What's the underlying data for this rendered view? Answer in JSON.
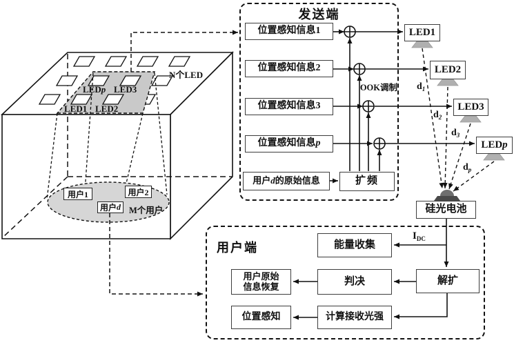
{
  "transmitter": {
    "title": "发送端",
    "rows": [
      {
        "pre": "位置感知信息1",
        "it": ""
      },
      {
        "pre": "位置感知信息2",
        "it": ""
      },
      {
        "pre": "位置感知信息3",
        "it": ""
      },
      {
        "pre": "位置感知信息",
        "it": "p"
      }
    ],
    "origin": {
      "pre": "用户",
      "it": "d",
      "suf": "的原始信息"
    },
    "spread": "扩频",
    "ook": "OOK调制"
  },
  "leds": [
    {
      "pre": "LED1",
      "it": ""
    },
    {
      "pre": "LED2",
      "it": ""
    },
    {
      "pre": "LED3",
      "it": ""
    },
    {
      "pre": "LED",
      "it": "p"
    }
  ],
  "distances": [
    {
      "base": "d",
      "sub": "1"
    },
    {
      "base": "d",
      "sub": "2"
    },
    {
      "base": "d",
      "sub": "3"
    },
    {
      "base": "d",
      "sub": "p"
    }
  ],
  "cell": "硅光电池",
  "user_side": {
    "title": "用户端",
    "energy": "能量收集",
    "decision": "判决",
    "despread": "解扩",
    "recover_line1": "用户原始",
    "recover_line2": "信息恢复",
    "position": "位置感知",
    "calc": "计算接收光强",
    "idc": {
      "base": "I",
      "sub": "DC"
    }
  },
  "room": {
    "n_led_label": "N个LED",
    "m_user_label": "M个用户",
    "ceiling_leds": [
      {
        "pre": "LED",
        "it": "p"
      },
      {
        "pre": "LED3",
        "it": ""
      },
      {
        "pre": "LED1",
        "it": ""
      },
      {
        "pre": "LED2",
        "it": ""
      }
    ],
    "users": [
      {
        "pre": "用户1",
        "it": ""
      },
      {
        "pre": "用户2",
        "it": ""
      },
      {
        "pre": "用户",
        "it": "d"
      }
    ]
  },
  "colors": {
    "region_fill": "#c9c9c9",
    "ellipse_fill": "#d6d6d6",
    "lamp_fill": "#b0b0b0",
    "detector_dark": "#4a4a4a",
    "detector_dome": "#6f6f6f",
    "line": "#111111"
  }
}
